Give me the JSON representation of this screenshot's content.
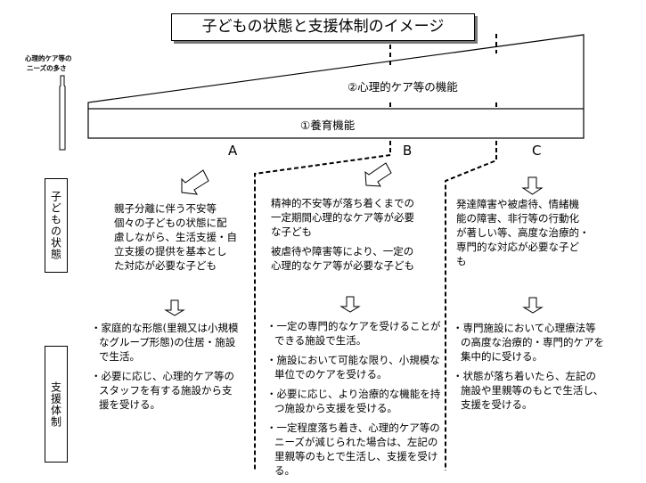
{
  "title": "子どもの状態と支援体制のイメージ",
  "y_axis_label": [
    "心理的ケア等の",
    "ニーズの多さ"
  ],
  "bands": {
    "psychological_care": "②心理的ケア等の機能",
    "nurturing": "①養育機能"
  },
  "columns": [
    "A",
    "B",
    "C"
  ],
  "row_labels": {
    "child_state": "子どもの状態",
    "support_system": "支援体制"
  },
  "child_state": {
    "A": [
      "親子分離に伴う不安等",
      "個々の子どもの状態に配",
      "慮しながら、生活支援・自",
      "立支援の提供を基本とし",
      "た対応が必要な子ども"
    ],
    "B": [
      [
        "精神的不安等が落ち着くまでの",
        "一定期間心理的なケア等が必要",
        "な子ども"
      ],
      [
        "被虐待や障害等により、一定の",
        "心理的なケア等が必要な子ども"
      ]
    ],
    "C": [
      "発達障害や被虐待、情緒機",
      "能の障害、非行等の行動化",
      "が著しい等、高度な治療的・",
      "専門的な対応が必要な子ど",
      "も"
    ]
  },
  "support_system": {
    "A": [
      "・家庭的な形態(里親又は小規模なグループ形態)の住居・施設で生活。",
      "・必要に応じ、心理的ケア等のスタッフを有する施設から支援を受ける。"
    ],
    "B": [
      "・一定の専門的なケアを受けることができる施設で生活。",
      "・施設において可能な限り、小規模な単位でのケアを受ける。",
      "・必要に応じ、より治療的な機能を持つ施設から支援を受ける。",
      "・一定程度落ち着き、心理的ケア等のニーズが減じられた場合は、左記の里親等のもとで生活し、支援を受ける。"
    ],
    "C": [
      "・専門施設において心理療法等の高度な治療的・専門的ケアを集中的に受ける。",
      "・状態が落ち着いたら、左記の施設や里親等のもとで生活し、支援を受ける。"
    ]
  },
  "icons": {
    "y_axis": "up-arrow-icon",
    "flow": "hollow-arrow-icon"
  },
  "colors": {
    "line": "#000000",
    "shadow": "#777777",
    "background": "#ffffff"
  }
}
